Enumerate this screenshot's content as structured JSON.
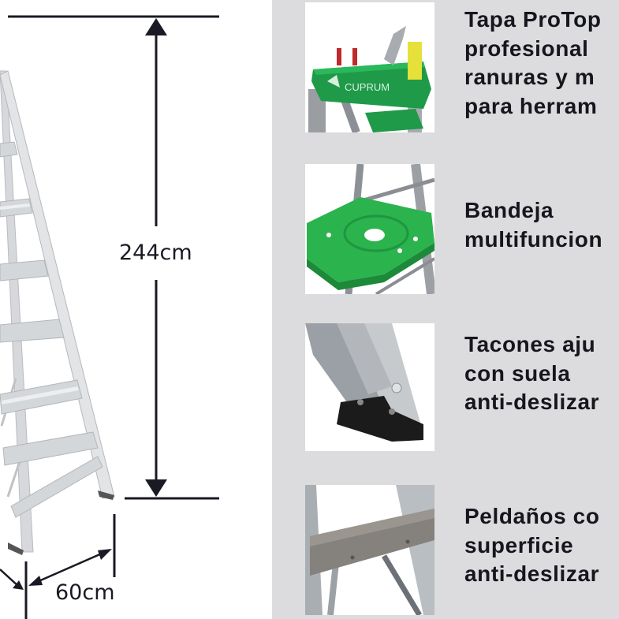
{
  "diagram": {
    "height_label": "244cm",
    "width_label": "60cm",
    "line_color": "#1a1a24",
    "ladder_color": "#c9ccd0"
  },
  "features": [
    {
      "image": "protop-cap-image",
      "lines": [
        "Tapa ProTop",
        "profesional",
        "ranuras y m",
        "para herram"
      ],
      "brand_on_image": "CUPRUM"
    },
    {
      "image": "multifunction-tray-image",
      "lines": [
        "Bandeja",
        "multifuncion"
      ]
    },
    {
      "image": "adjustable-feet-image",
      "lines": [
        "Tacones aju",
        "con suela",
        "anti-deslizar"
      ]
    },
    {
      "image": "anti-slip-steps-image",
      "lines": [
        "Peldaños co",
        "superficie",
        "anti-deslizar"
      ]
    }
  ],
  "colors": {
    "panel_bg": "#dcdcde",
    "text": "#16161e",
    "accent_green": "#1fa84a"
  }
}
